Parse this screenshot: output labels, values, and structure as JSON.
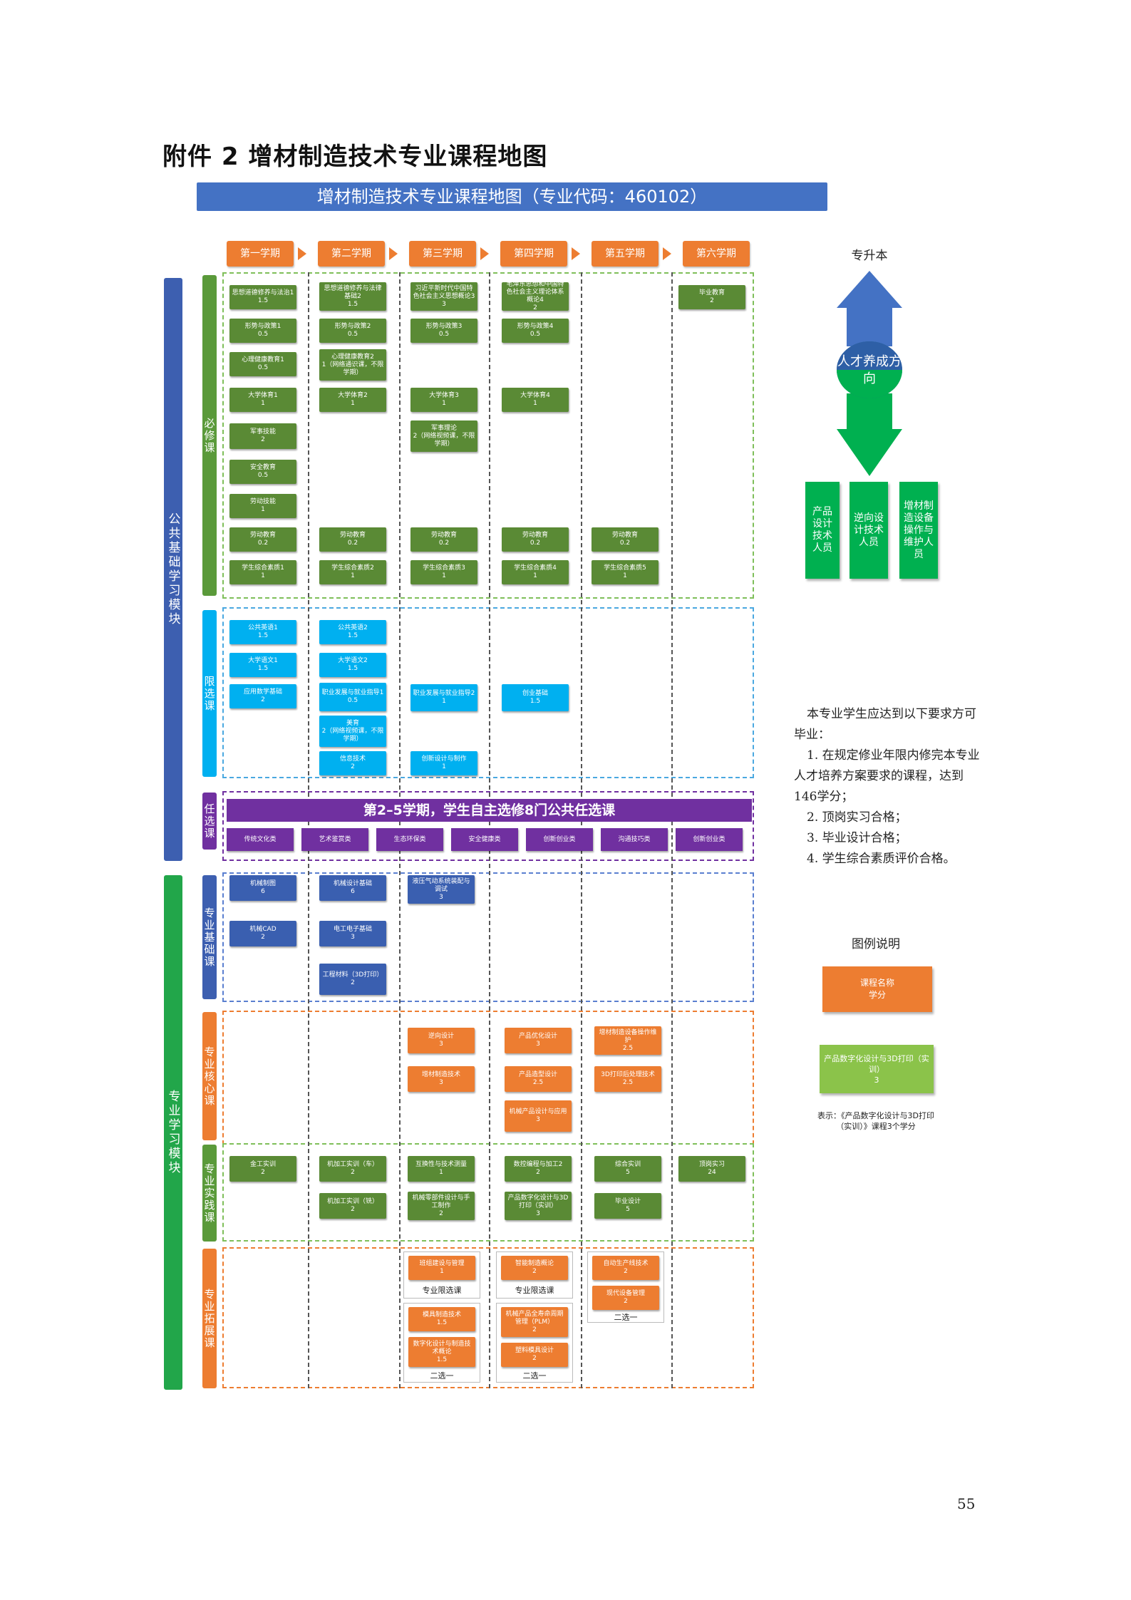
{
  "doc_title": "附件 2  增材制造技术专业课程地图",
  "banner": "增材制造技术专业课程地图（专业代码：460102）",
  "semesters": [
    "第一学期",
    "第二学期",
    "第三学期",
    "第四学期",
    "第五学期",
    "第六学期"
  ],
  "modules": {
    "public": "公共基础学习模块",
    "professional": "专业学习模块"
  },
  "categories": {
    "required": "必修课",
    "limited": "限选课",
    "optional": "任选课",
    "prof_base": "专业基础课",
    "prof_core": "专业核心课",
    "prof_practice": "专业实践课",
    "prof_ext": "专业拓展课"
  },
  "required_courses": [
    {
      "name": "思想道德修养与法治1",
      "credit": "1.5"
    },
    {
      "name": "形势与政策1",
      "credit": "0.5"
    },
    {
      "name": "心理健康教育1",
      "credit": "0.5"
    },
    {
      "name": "大学体育1",
      "credit": "1"
    },
    {
      "name": "军事技能",
      "credit": "2"
    },
    {
      "name": "安全教育",
      "credit": "0.5"
    },
    {
      "name": "劳动技能",
      "credit": "1"
    },
    {
      "name": "劳动教育",
      "credit": "0.2"
    },
    {
      "name": "学生综合素质1",
      "credit": "1"
    },
    {
      "name": "思想道德修养与法律基础2",
      "credit": "1.5"
    },
    {
      "name": "形势与政策2",
      "credit": "0.5"
    },
    {
      "name": "心理健康教育2",
      "credit": "1（网络通识课，不限学期）"
    },
    {
      "name": "大学体育2",
      "credit": "1"
    },
    {
      "name": "劳动教育",
      "credit": "0.2"
    },
    {
      "name": "学生综合素质2",
      "credit": "1"
    },
    {
      "name": "习近平新时代中国特色社会主义思想概论3",
      "credit": "3"
    },
    {
      "name": "形势与政策3",
      "credit": "0.5"
    },
    {
      "name": "大学体育3",
      "credit": "1"
    },
    {
      "name": "军事理论",
      "credit": "2（网络视频课，不限学期）"
    },
    {
      "name": "劳动教育",
      "credit": "0.2"
    },
    {
      "name": "学生综合素质3",
      "credit": "1"
    },
    {
      "name": "毛泽东思想和中国特色社会主义理论体系概论4",
      "credit": "2"
    },
    {
      "name": "形势与政策4",
      "credit": "0.5"
    },
    {
      "name": "大学体育4",
      "credit": "1"
    },
    {
      "name": "劳动教育",
      "credit": "0.2"
    },
    {
      "name": "学生综合素质4",
      "credit": "1"
    },
    {
      "name": "劳动教育",
      "credit": "0.2"
    },
    {
      "name": "学生综合素质5",
      "credit": "1"
    },
    {
      "name": "毕业教育",
      "credit": "2"
    }
  ],
  "limited_courses": [
    {
      "name": "公共英语1",
      "credit": "1.5"
    },
    {
      "name": "大学语文1",
      "credit": "1.5"
    },
    {
      "name": "应用数学基础",
      "credit": "2"
    },
    {
      "name": "公共英语2",
      "credit": "1.5"
    },
    {
      "name": "大学语文2",
      "credit": "1.5"
    },
    {
      "name": "职业发展与就业指导1",
      "credit": "0.5"
    },
    {
      "name": "美育",
      "credit": "2（网络视频课，不限学期）"
    },
    {
      "name": "信息技术",
      "credit": "2"
    },
    {
      "name": "职业发展与就业指导2",
      "credit": "1"
    },
    {
      "name": "创新设计与制作",
      "credit": "1"
    },
    {
      "name": "创业基础",
      "credit": "1.5"
    }
  ],
  "optional": {
    "bar": "第2–5学期，学生自主选修8门公共任选课",
    "items": [
      "传统文化类",
      "艺术鉴赏类",
      "生态环保类",
      "安全健康类",
      "创新创业类",
      "沟通技巧类",
      "创新创业类"
    ]
  },
  "prof_base_courses": [
    {
      "name": "机械制图",
      "credit": "6"
    },
    {
      "name": "机械CAD",
      "credit": "2"
    },
    {
      "name": "机械设计基础",
      "credit": "6"
    },
    {
      "name": "电工电子基础",
      "credit": "3"
    },
    {
      "name": "工程材料（3D打印）",
      "credit": "2"
    },
    {
      "name": "液压气动系统装配与调试",
      "credit": "3"
    }
  ],
  "prof_core_courses": [
    {
      "name": "逆向设计",
      "credit": "3"
    },
    {
      "name": "增材制造技术",
      "credit": "3"
    },
    {
      "name": "产品优化设计",
      "credit": "3"
    },
    {
      "name": "产品造型设计",
      "credit": "2.5"
    },
    {
      "name": "机械产品设计与应用",
      "credit": "3"
    },
    {
      "name": "增材制造设备操作维护",
      "credit": "2.5"
    },
    {
      "name": "3D打印后处理技术",
      "credit": "2.5"
    }
  ],
  "prof_practice_courses": [
    {
      "name": "金工实训",
      "credit": "2"
    },
    {
      "name": "机加工实训（车）",
      "credit": "2"
    },
    {
      "name": "机加工实训（铣）",
      "credit": "2"
    },
    {
      "name": "互换性与技术测量",
      "credit": "1"
    },
    {
      "name": "机械零部件设计与手工制作",
      "credit": "2"
    },
    {
      "name": "数控编程与加工2",
      "credit": "2"
    },
    {
      "name": "产品数字化设计与3D打印（实训）",
      "credit": "3"
    },
    {
      "name": "综合实训",
      "credit": "5"
    },
    {
      "name": "毕业设计",
      "credit": "5"
    },
    {
      "name": "顶岗实习",
      "credit": "24"
    }
  ],
  "prof_ext_courses": [
    {
      "name": "班组建设与管理",
      "credit": "1"
    },
    {
      "name": "模具制造技术",
      "credit": "1.5"
    },
    {
      "name": "数字化设计与制造技术概论",
      "credit": "1.5"
    },
    {
      "name": "智能制造概论",
      "credit": "2"
    },
    {
      "name": "机械产品全寿命周期管理（PLM）",
      "credit": "2"
    },
    {
      "name": "塑料模具设计",
      "credit": "2"
    },
    {
      "name": "自动生产线技术",
      "credit": "2"
    },
    {
      "name": "现代设备管理",
      "credit": "2"
    }
  ],
  "ext_labels": {
    "limited": "专业限选课",
    "choose_one": "二选一"
  },
  "direction": {
    "top": "专升本",
    "center": "人才养成方向",
    "jobs": [
      "产品设计技术人员",
      "逆向设计技术人员",
      "增材制造设备操作与维护人员"
    ]
  },
  "requirements": {
    "intro": "本专业学生应达到以下要求方可毕业：",
    "items": [
      "1. 在规定修业年限内修完本专业人才培养方案要求的课程，达到146学分；",
      "2. 顶岗实习合格；",
      "3. 毕业设计合格；",
      "4. 学生综合素质评价合格。"
    ]
  },
  "legend": {
    "title": "图例说明",
    "box1_name": "课程名称",
    "box1_credit": "学分",
    "box2_name": "产品数字化设计与3D打印（实训）",
    "box2_credit": "3",
    "note": "表示：《产品数字化设计与3D打印（实训）》课程3个学分"
  },
  "page_number": "55",
  "colors": {
    "banner": "#4472c4",
    "semester": "#ed7d31",
    "required": "#5a8a35",
    "limited": "#00b0f0",
    "optional": "#7030a0",
    "prof_base": "#3a5fb0",
    "prof_core": "#ed7d31",
    "prof_practice": "#5a8a35",
    "prof_ext": "#ed7d31",
    "direction": "#00b050",
    "legend_green": "#8bc34a"
  }
}
